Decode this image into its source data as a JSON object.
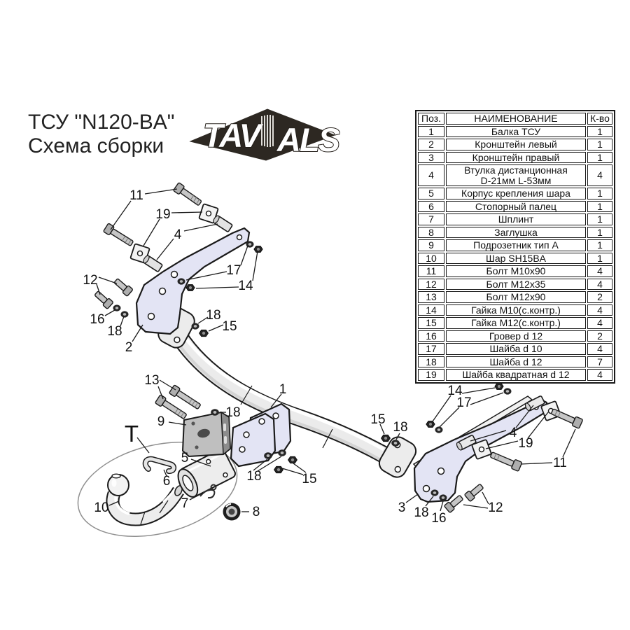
{
  "header": {
    "title_line1": "ТСУ  \"N120-BA\"",
    "title_line2": "Схема сборки",
    "logo": {
      "brand": "TAVIALS",
      "left": "TAV",
      "right": "ALS"
    }
  },
  "table": {
    "columns": [
      "Поз.",
      "НАИМЕНОВАНИЕ",
      "К-во"
    ],
    "rows": [
      {
        "pos": "1",
        "name": "Балка ТСУ",
        "qty": "1"
      },
      {
        "pos": "2",
        "name": "Кронштейн левый",
        "qty": "1"
      },
      {
        "pos": "3",
        "name": "Кронштейн правый",
        "qty": "1"
      },
      {
        "pos": "4",
        "name": "Втулка дистанционная\nD-21мм  L-53мм",
        "qty": "4"
      },
      {
        "pos": "5",
        "name": "Корпус крепления шара",
        "qty": "1"
      },
      {
        "pos": "6",
        "name": "Стопорный палец",
        "qty": "1"
      },
      {
        "pos": "7",
        "name": "Шплинт",
        "qty": "1"
      },
      {
        "pos": "8",
        "name": "Заглушка",
        "qty": "1"
      },
      {
        "pos": "9",
        "name": "Подрозетник тип А",
        "qty": "1"
      },
      {
        "pos": "10",
        "name": "Шар SH15BA",
        "qty": "1"
      },
      {
        "pos": "11",
        "name": "Болт М10х90",
        "qty": "4"
      },
      {
        "pos": "12",
        "name": "Болт М12х35",
        "qty": "4"
      },
      {
        "pos": "13",
        "name": "Болт М12х90",
        "qty": "2"
      },
      {
        "pos": "14",
        "name": "Гайка М10(с.контр.)",
        "qty": "4"
      },
      {
        "pos": "15",
        "name": "Гайка М12(с.контр.)",
        "qty": "4"
      },
      {
        "pos": "16",
        "name": "Гровер d 12",
        "qty": "2"
      },
      {
        "pos": "17",
        "name": "Шайба d 10",
        "qty": "4"
      },
      {
        "pos": "18",
        "name": "Шайба d 12",
        "qty": "7"
      },
      {
        "pos": "19",
        "name": "Шайба квадратная d 12",
        "qty": "4"
      }
    ]
  },
  "diagram": {
    "callouts": [
      {
        "label": "11"
      },
      {
        "label": "19"
      },
      {
        "label": "4"
      },
      {
        "label": "12"
      },
      {
        "label": "16"
      },
      {
        "label": "18"
      },
      {
        "label": "2"
      },
      {
        "label": "17"
      },
      {
        "label": "14"
      },
      {
        "label": "18"
      },
      {
        "label": "15"
      },
      {
        "label": "1"
      },
      {
        "label": "13"
      },
      {
        "label": "9"
      },
      {
        "label": "18"
      },
      {
        "label": "T"
      },
      {
        "label": "5"
      },
      {
        "label": "6"
      },
      {
        "label": "10"
      },
      {
        "label": "7"
      },
      {
        "label": "8"
      },
      {
        "label": "18"
      },
      {
        "label": "15"
      },
      {
        "label": "15"
      },
      {
        "label": "18"
      },
      {
        "label": "14"
      },
      {
        "label": "17"
      },
      {
        "label": "4"
      },
      {
        "label": "19"
      },
      {
        "label": "11"
      },
      {
        "label": "3"
      },
      {
        "label": "18"
      },
      {
        "label": "16"
      },
      {
        "label": "12"
      }
    ]
  },
  "colors": {
    "bracket_fill": "#e3e4f4",
    "beam_fill": "#ebebeb",
    "fastener_dark": "#262626",
    "logo_diamond": "#2d2822",
    "text": "#111111"
  }
}
